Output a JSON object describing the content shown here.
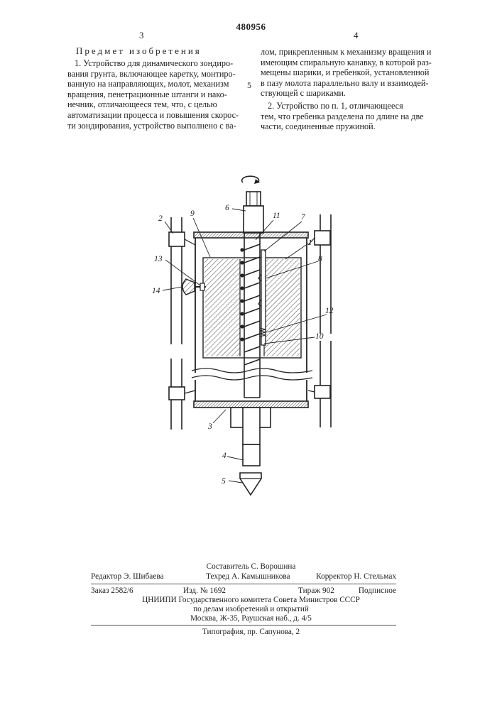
{
  "header": {
    "patent_number": "480956",
    "left_column_number": "3",
    "right_column_number": "4"
  },
  "claims": {
    "heading": "Предмет изобретения",
    "claim1_left_lines": [
      "1. Устройство для динамического зондиро-",
      "вания грунта, включающее каретку, монтиро-",
      "ванную на направляющих, молот, механизм",
      "вращения, пенетрационные штанги и нако-",
      "нечник, отличающееся тем, что, с целью",
      "автоматизации процесса и повышения скорос-",
      "ти зондирования, устройство выполнено с ва-"
    ],
    "claim1_right_lines": [
      "лом, прикрепленным к механизму вращения и",
      "имеющим спиральную канавку, в которой раз-",
      "мещены шарики, и гребенкой, установленной",
      "в пазу молота параллельно валу и взаимодей-",
      "ствующей с шариками."
    ],
    "line_marker": "5",
    "claim2_lines": [
      "2. Устройство по п. 1, отличающееся",
      "тем, что гребенка разделена по длине на две",
      "части, соединенные пружиной."
    ]
  },
  "figure": {
    "labels": [
      "1",
      "2",
      "3",
      "4",
      "5",
      "6",
      "7",
      "8",
      "9",
      "10",
      "11",
      "12",
      "13",
      "14"
    ]
  },
  "footer": {
    "compiler": "Составитель С. Ворошина",
    "editor": "Редактор Э. Шибаева",
    "techred": "Техред А. Камышникова",
    "corrector": "Корректор Н. Стельмах",
    "order": "Заказ 2582/6",
    "edition": "Изд. № 1692",
    "circulation": "Тираж 902",
    "subscription": "Подписное",
    "institute": "ЦНИИПИ Государственного комитета Совета Министров СССР",
    "institute2": "по делам изобретений и открытий",
    "address": "Москва, Ж-35, Раушская наб., д. 4/5",
    "printer": "Типография, пр. Сапунова, 2"
  }
}
